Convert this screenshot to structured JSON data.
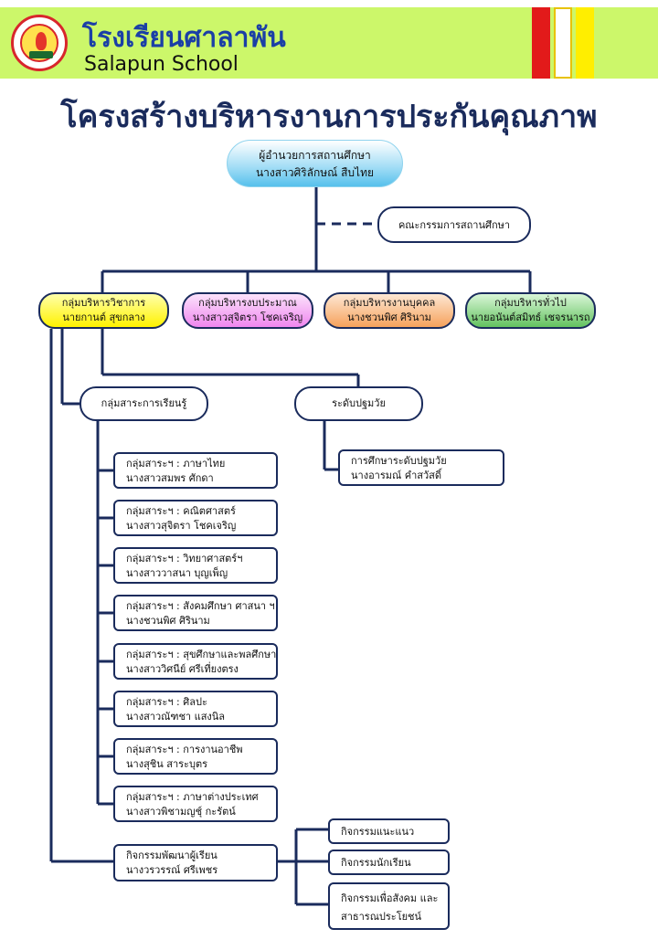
{
  "header": {
    "school_name_th": "โรงเรียนศาลาพัน",
    "school_name_en": "Salapun School",
    "colors": {
      "band": "#ccf76a",
      "stripe_red": "#e21a1a",
      "stripe_yellow": "#ffee00"
    }
  },
  "title": "โครงสร้างบริหารงานการประกันคุณภาพ",
  "director": {
    "title": "ผู้อำนวยการสถานศึกษา",
    "name": "นางสาวศิริลักษณ์ สืบไทย"
  },
  "committee": "คณะกรรมการสถานศึกษา",
  "admin_groups": [
    {
      "title": "กลุ่มบริหารวิชาการ",
      "name": "นายกานต์ สุขกลาง",
      "color": "#fff200"
    },
    {
      "title": "กลุ่มบริหารงบประมาณ",
      "name": "นางสาวสุจิตรา โชคเจริญ",
      "color": "#f086ef"
    },
    {
      "title": "กลุ่มบริหารงานบุคคล",
      "name": "นางชวนพิศ ศิรินาม",
      "color": "#f6a25c"
    },
    {
      "title": "กลุ่มบริหารทั่วไป",
      "name": "นายอนันต์สมิทธ์ เชจรนารถ",
      "color": "#63c25f"
    }
  ],
  "learning_group": "กลุ่มสาระการเรียนรู้",
  "early_childhood": "ระดับปฐมวัย",
  "early_childhood_unit": {
    "title": "การศึกษาระดับปฐมวัย",
    "name": "นางอารมณ์ คำสวัสดิ์"
  },
  "subjects": [
    {
      "title": "กลุ่มสาระฯ : ภาษาไทย",
      "name": "นางสาวสมพร ศักดา"
    },
    {
      "title": "กลุ่มสาระฯ : คณิตศาสตร์",
      "name": "นางสาวสุจิตรา โชคเจริญ"
    },
    {
      "title": "กลุ่มสาระฯ : วิทยาศาสตร์ฯ",
      "name": "นางสาววาสนา บุญเพ็ญ"
    },
    {
      "title": "กลุ่มสาระฯ : สังคมศึกษา ศาสนา ฯ",
      "name": "นางชวนพิศ ศิรินาม"
    },
    {
      "title": "กลุ่มสาระฯ : สุขศึกษาและพลศึกษา",
      "name": "นางสาววิศนีย์ ศรีเที่ยงตรง"
    },
    {
      "title": "กลุ่มสาระฯ : ศิลปะ",
      "name": "นางสาวณัฑชา แสงนิล"
    },
    {
      "title": "กลุ่มสาระฯ : การงานอาชีพ",
      "name": "นางสุชิน สาระบุตร"
    },
    {
      "title": "กลุ่มสาระฯ : ภาษาต่างประเทศ",
      "name": "นางสาวพิชามญชุ์ กะรัตน์"
    }
  ],
  "student_development": {
    "title": "กิจกรรมพัฒนาผู้เรียน",
    "name": "นางวรวรรณ์ ศรีเพชร"
  },
  "activities": [
    "กิจกรรมแนะแนว",
    "กิจกรรมนักเรียน",
    "กิจกรรมเพื่อสังคม และ",
    "สาธารณประโยชน์"
  ]
}
